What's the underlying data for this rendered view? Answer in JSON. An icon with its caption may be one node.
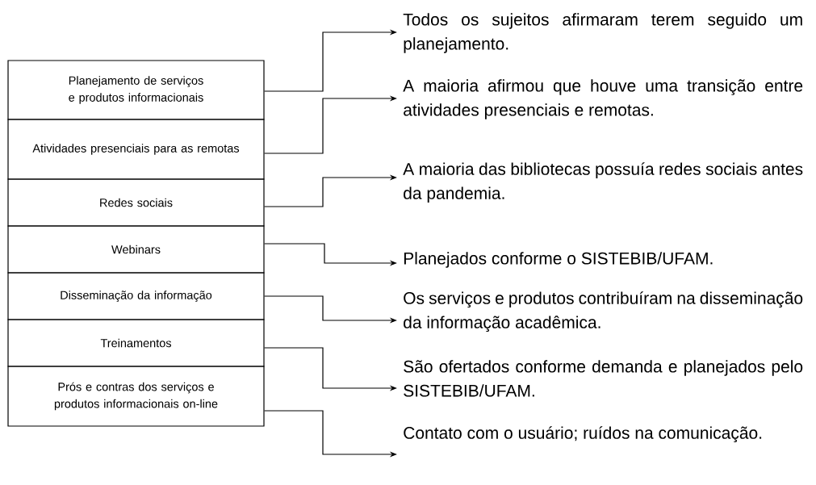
{
  "diagram": {
    "nodes": [
      {
        "text": [
          "Planejamento de serviços e produtos informacionais"
        ]
      },
      {
        "text": [
          "Atividades presenciais para as remotas"
        ]
      },
      {
        "text": [
          "Redes sociais"
        ]
      },
      {
        "text": [
          "Webinars"
        ]
      },
      {
        "text": [
          "Disseminação da informação"
        ]
      },
      {
        "text": [
          "Treinamentos"
        ]
      },
      {
        "text": [
          "Prós e contras dos serviços e produtos informacionais on-line"
        ]
      },
      {
        "text": [
          "Todos os sujeitos afirmaram terem seguido um planejamento."
        ]
      },
      {
        "text": [
          "A maioria afirmou que houve uma transição entre atividades presenciais e remotas."
        ]
      },
      {
        "text": [
          "A maioria das bibliotecas possuía redes sociais antes da pandemia."
        ]
      },
      {
        "text": [
          "Planejados conforme o SISTEBIB/UFAM."
        ]
      },
      {
        "text": [
          "Os serviços e produtos contribuíram na disseminação da informação acadêmica."
        ]
      },
      {
        "text": [
          "São ofertados conforme demanda e planejados pelo SISTEBIB/UFAM."
        ]
      },
      {
        "text": [
          "Contato com o usuário; ruídos na comunicação."
        ]
      }
    ],
    "edges": [
      {
        "from": 0,
        "to": 7,
        "arrow": "to"
      },
      {
        "from": 1,
        "to": 8,
        "arrow": "to"
      },
      {
        "from": 2,
        "to": 9,
        "arrow": "to"
      },
      {
        "from": 3,
        "to": 10,
        "arrow": "to"
      },
      {
        "from": 4,
        "to": 11,
        "arrow": "to"
      },
      {
        "from": 5,
        "to": 12,
        "arrow": "to"
      },
      {
        "from": 6,
        "to": 13,
        "arrow": "to"
      }
    ]
  }
}
